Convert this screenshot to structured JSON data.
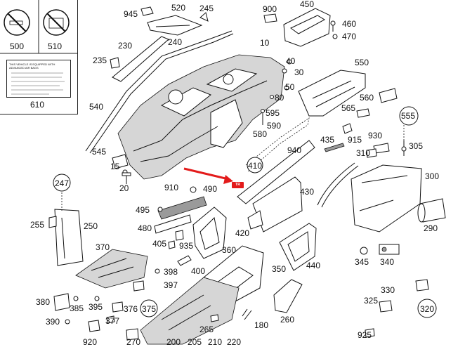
{
  "legend": {
    "icons": [
      "no-smoking-icon",
      "warning-sticker-icon"
    ],
    "label_500": "500",
    "label_510": "510",
    "label_610": "610",
    "warning_lines": [
      "THIS VEHICLE IS EQUIPPED WITH",
      "ADVANCED AIR BAGS"
    ]
  },
  "callout_flag_text": "TR",
  "accent_arrow_color": "#e31b1b",
  "part_numbers": {
    "n945": "945",
    "n520": "520",
    "n245": "245",
    "n900": "900",
    "n450": "450",
    "n460": "460",
    "n470": "470",
    "n230": "230",
    "n240": "240",
    "n10": "10",
    "n235": "235",
    "n40": "40",
    "n550": "550",
    "n30": "30",
    "n540": "540",
    "n80": "80",
    "n50": "50",
    "n560": "560",
    "n565": "565",
    "n555": "555",
    "n595": "595",
    "n590": "590",
    "n580": "580",
    "n930": "930",
    "n915": "915",
    "n305": "305",
    "n435": "435",
    "n310": "310",
    "n545": "545",
    "n940": "940",
    "n15": "15",
    "n410": "410",
    "n300": "300",
    "n20": "20",
    "n247": "247",
    "n910": "910",
    "n490": "490",
    "n430": "430",
    "n290": "290",
    "n495": "495",
    "n255": "255",
    "n250": "250",
    "n480": "480",
    "n420": "420",
    "n370": "370",
    "n405": "405",
    "n935": "935",
    "n360": "360",
    "n440": "440",
    "n345": "345",
    "n340": "340",
    "n398": "398",
    "n400": "400",
    "n397": "397",
    "n350": "350",
    "n330": "330",
    "n380": "380",
    "n385": "385",
    "n395": "395",
    "n376": "376",
    "n375": "375",
    "n260": "260",
    "n325": "325",
    "n320": "320",
    "n390": "390",
    "n377": "377",
    "n265": "265",
    "n180": "180",
    "n925": "925",
    "n920": "920",
    "n270": "270",
    "n200": "200",
    "n205": "205",
    "n210": "210",
    "n220": "220"
  }
}
